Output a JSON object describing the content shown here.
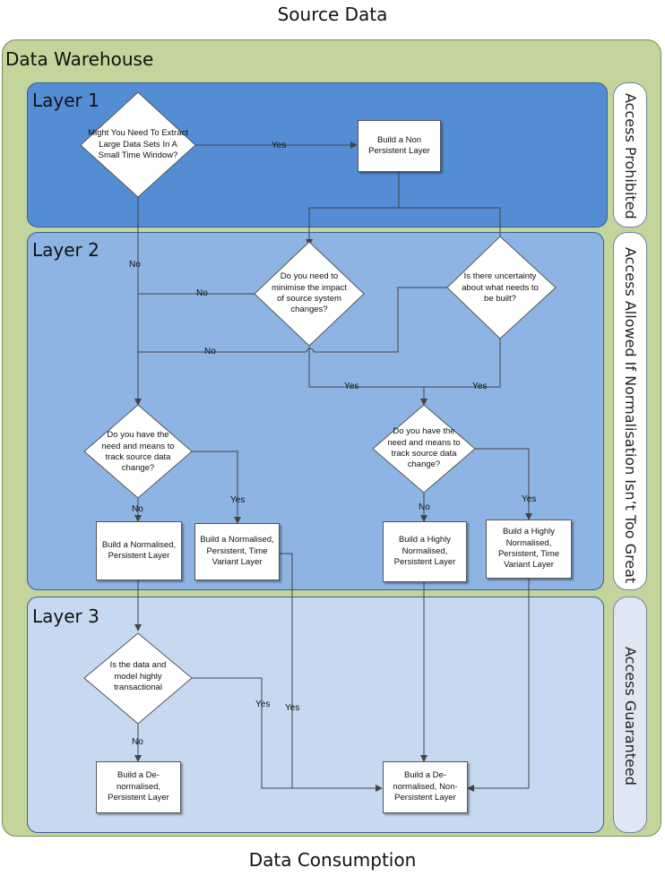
{
  "header": {
    "title": "Source Data"
  },
  "footer": {
    "title": "Data Consumption"
  },
  "warehouse": {
    "title": "Data Warehouse"
  },
  "layers": {
    "layer1": "Layer 1",
    "layer2": "Layer 2",
    "layer3": "Layer 3"
  },
  "access": {
    "a1": "Access Prohibited",
    "a2": "Access Allowed If Normalisation Isn’t Too Great",
    "a3": "Access Guaranteed"
  },
  "decisions": {
    "d1": "Might You Need To Extract Large Data Sets In A Small Time Window?",
    "d2": "Do you need to minimise the impact of source system changes?",
    "d3": "Is there uncertainty about what needs to be built?",
    "d4": "Do you have the need and means to track source data change?",
    "d5": "Do you have the need and means to track source data change?",
    "d6": "Is the data and model highly transactional"
  },
  "boxes": {
    "b1": "Build a Non Persistent Layer",
    "b2": "Build a Normalised, Persistent Layer",
    "b3": "Build a Normalised, Persistent, Time Variant Layer",
    "b4": "Build a Highly Normalised, Persistent Layer",
    "b5": "Build a Highly Normalised, Persistent, Time Variant Layer",
    "b6": "Build a De-normalised, Persistent Layer",
    "b7": "Build a De-normalised, Non-Persistent Layer"
  },
  "labels": {
    "yes": "Yes",
    "no": "No"
  }
}
